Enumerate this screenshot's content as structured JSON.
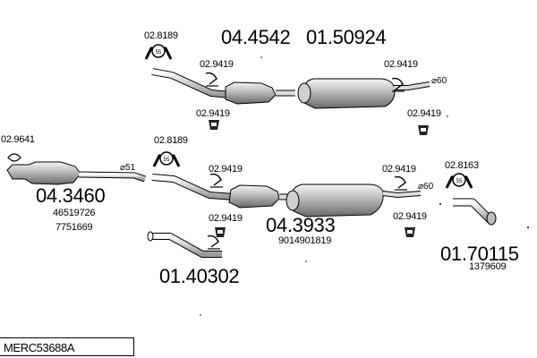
{
  "footer_code": "MERC53688A",
  "parts": {
    "top_silencer_main": "04.4542",
    "top_silencer_alt": "01.50924",
    "front_left_main": "04.3460",
    "front_left_ref1": "46519726",
    "front_left_ref2": "7751669",
    "mid_main": "04.3933",
    "mid_ref": "9014901819",
    "tail_main": "01.70115",
    "tail_ref": "1379609",
    "pipe_main": "01.40302"
  },
  "fittings": {
    "hanger_top": "02.8189",
    "clamp_top_left_a": "02.9419",
    "clamp_top_left_b": "02.9419",
    "clamp_top_right_a": "02.9419",
    "clamp_top_right_b": "02.9419",
    "gasket_left": "02.9641",
    "hanger_mid": "02.8189",
    "clamp_mid_left_a": "02.9419",
    "clamp_mid_left_b": "02.9419",
    "clamp_mid_right_a": "02.9419",
    "clamp_mid_right_b": "02.9419",
    "hanger_right": "02.8163",
    "clamp_pipe": "02.9419"
  },
  "dimensions": {
    "d60_top": "⌀60",
    "d51": "⌀51",
    "d60_mid": "⌀60"
  },
  "hanger_text": {
    "top": "55",
    "mid": "55",
    "right": "55"
  }
}
